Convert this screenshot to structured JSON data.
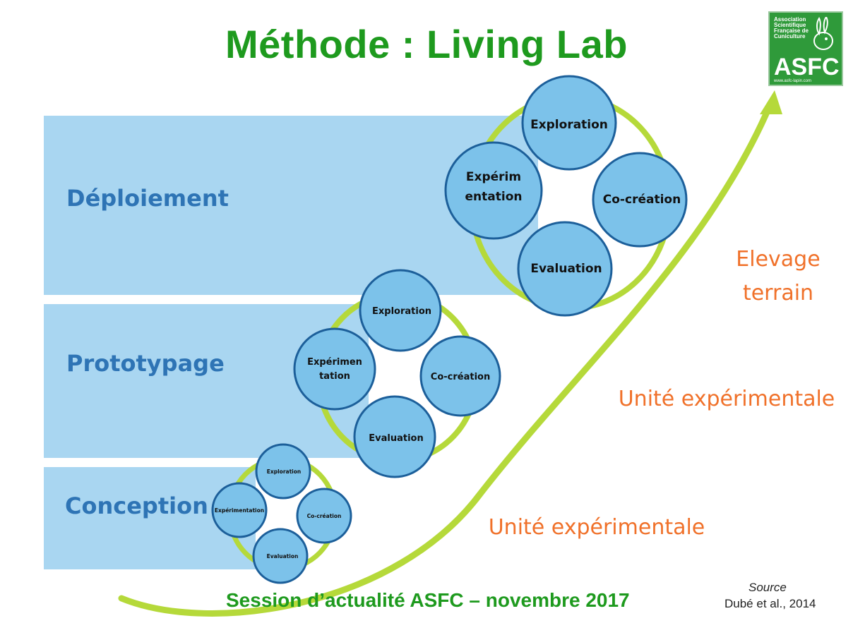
{
  "title": "Méthode : Living Lab",
  "logo": {
    "association_name": "Association Scientifique Française de Cuniculture",
    "acronym": "ASFC",
    "url": "www.asfc-lapin.com"
  },
  "bands": [
    {
      "label": "Déploiement"
    },
    {
      "label": "Prototypage"
    },
    {
      "label": "Conception"
    }
  ],
  "cycles": [
    {
      "stage": "deploiement",
      "steps": {
        "top": "Exploration",
        "left": "Expérim\nentation",
        "right": "Co-création",
        "bottom": "Evaluation"
      }
    },
    {
      "stage": "prototypage",
      "steps": {
        "top": "Exploration",
        "left": "Expérimen\ntation",
        "right": "Co-création",
        "bottom": "Evaluation"
      }
    },
    {
      "stage": "conception",
      "steps": {
        "top": "Exploration",
        "left": "Expérimentation",
        "right": "Co-création",
        "bottom": "Evaluation"
      }
    }
  ],
  "side_labels": {
    "elevage": "Elevage\nterrain",
    "unite_upper": "Unité expérimentale",
    "unite_lower": "Unité expérimentale"
  },
  "footer": "Session d’actualité ASFC – novembre  2017",
  "source": {
    "label": "Source",
    "reference": "Dubé et al., 2014"
  },
  "colors": {
    "title_green": "#1e9a1e",
    "band_blue": "#a9d6f1",
    "label_blue": "#2e74b5",
    "circle_fill": "#7cc2ea",
    "circle_stroke": "#1c5f9a",
    "arrow_green": "#b5d93a",
    "orange": "#f0712a"
  }
}
